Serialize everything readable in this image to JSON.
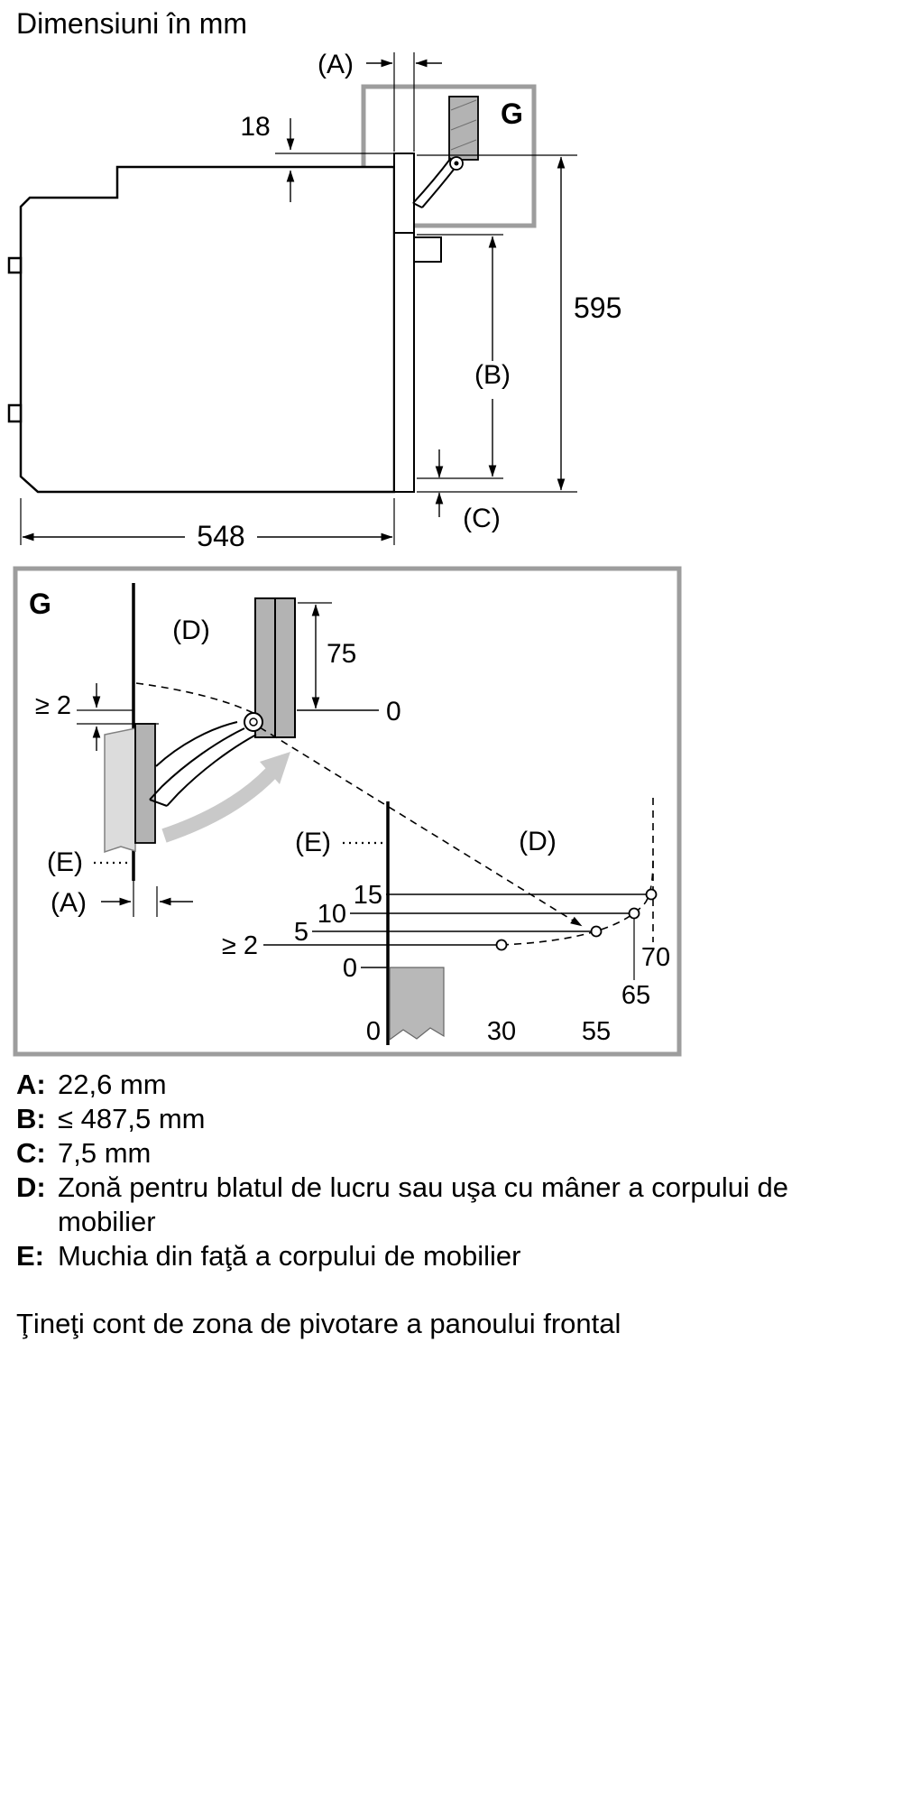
{
  "title": "Dimensiuni în mm",
  "main_view": {
    "detail_marker": "G",
    "dims": {
      "a": "(A)",
      "top_gap": "18",
      "height": "595",
      "b": "(B)",
      "c": "(C)",
      "depth": "548"
    }
  },
  "detail_view": {
    "marker": "G",
    "zone_d_upper": "(D)",
    "door_height": "75",
    "zero_upper": "0",
    "min_gap_upper": "≥ 2",
    "edge_e_left": "(E)",
    "dim_a": "(A)",
    "edge_e_lower": "(E)",
    "zone_d_lower": "(D)",
    "levels": {
      "l15": "15",
      "l10": "10",
      "l5": "5",
      "lmin": "≥ 2",
      "l0": "0"
    },
    "positions": {
      "p0": "0",
      "p30": "30",
      "p55": "55",
      "p65": "65",
      "p70": "70"
    }
  },
  "legend": {
    "items": [
      {
        "key": "A:",
        "value": "22,6 mm"
      },
      {
        "key": "B:",
        "value": "≤ 487,5 mm"
      },
      {
        "key": "C:",
        "value": "7,5 mm"
      },
      {
        "key": "D:",
        "value": "Zonă pentru blatul de lucru sau uşa cu mâner a corpului de mobilier"
      },
      {
        "key": "E:",
        "value": "Muchia din faţă a corpului de mobilier"
      }
    ]
  },
  "note": "Ţineţi cont de zona de pivotare a panoului frontal",
  "colors": {
    "line": "#000000",
    "detail_border": "#9d9d9d",
    "panel_dark": "#b3b3b3",
    "panel_light": "#dcdcdc",
    "arrow_gray": "#c9c9c9"
  }
}
